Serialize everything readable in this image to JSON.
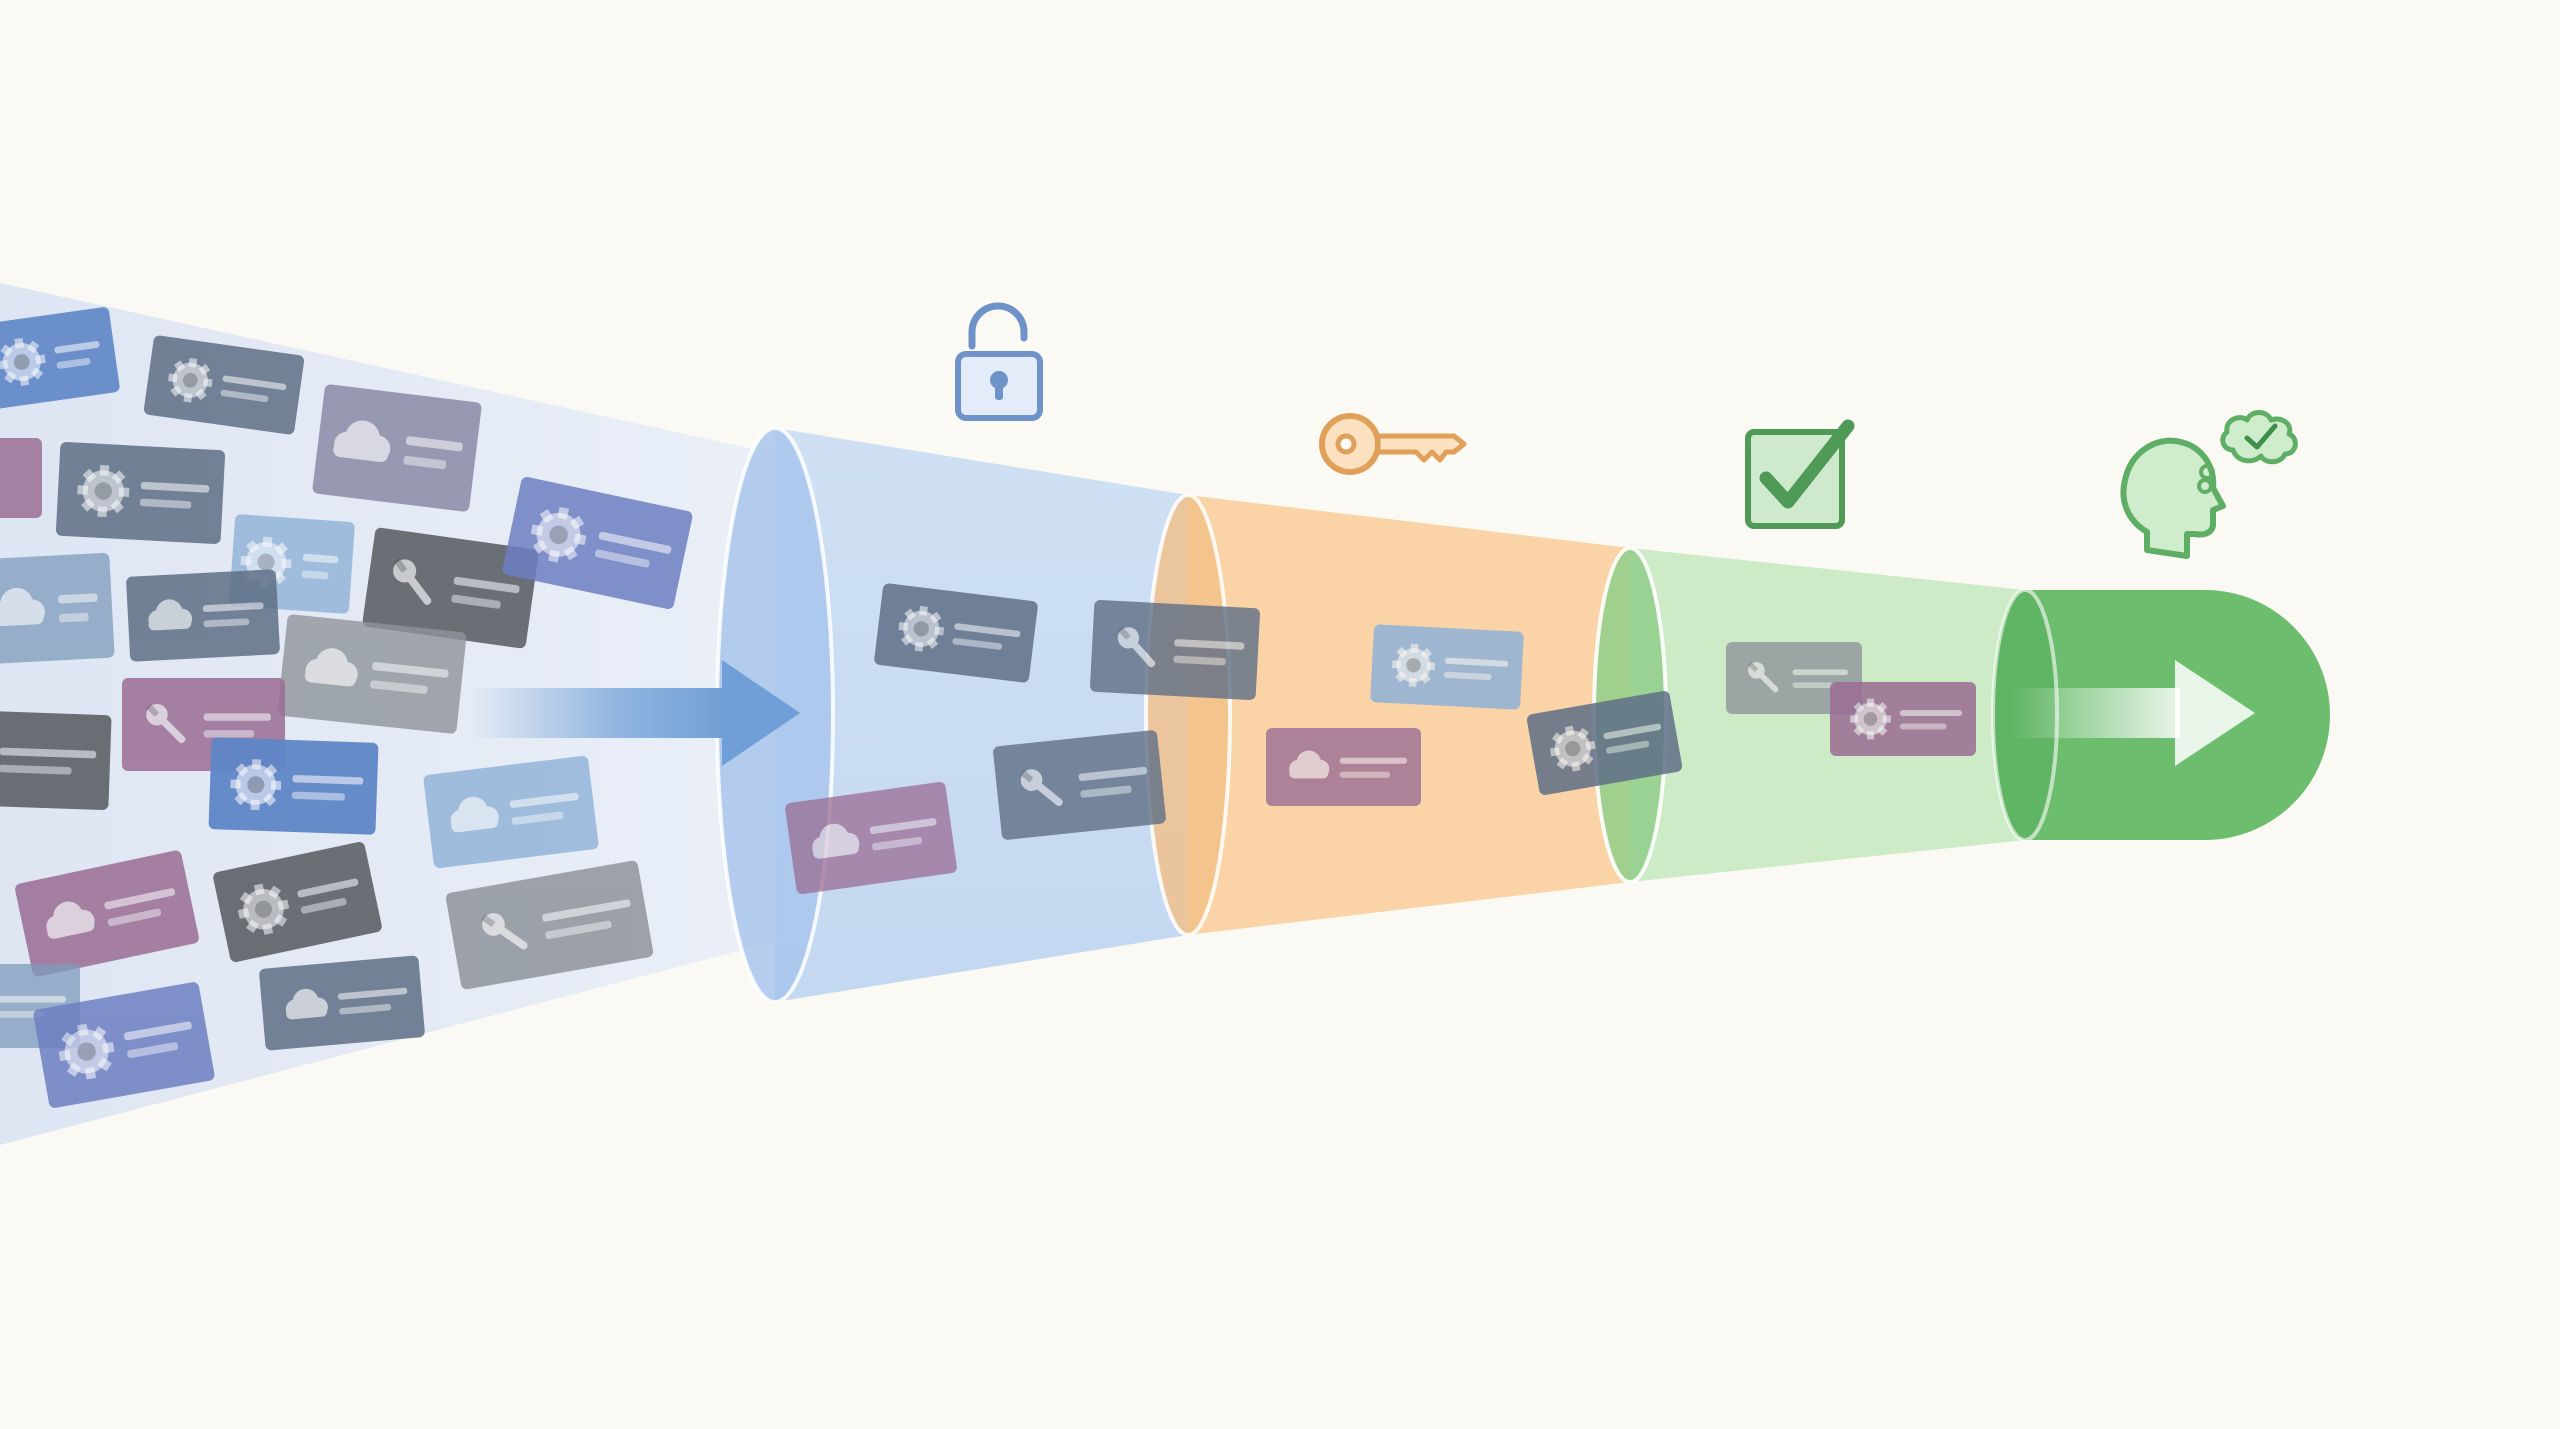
{
  "colors": {
    "background": "#fbf9f4",
    "stage_blue": "#a9c7ee",
    "stage_orange": "#f7c38a",
    "stage_light_green": "#a8d9a1",
    "stage_green": "#6cbd6e",
    "arrow_blue": "#6f9fd6",
    "lock_icon": "#6f92c8",
    "key_icon": "#e0a05a",
    "check_icon": "#4f9a57",
    "head_icon": "#5fae66"
  },
  "stages": [
    {
      "name": "unlock",
      "icon": "unlock-icon",
      "color": "#a9c7ee"
    },
    {
      "name": "key",
      "icon": "key-icon",
      "color": "#f7c38a"
    },
    {
      "name": "check",
      "icon": "checkbox-check-icon",
      "color": "#a8d9a1"
    },
    {
      "name": "thinking",
      "icon": "head-thought-check-icon",
      "color": "#6cbd6e"
    }
  ],
  "card_icon_types": [
    "gear-icon",
    "cloud-icon",
    "wrench-icon"
  ],
  "card_palette": {
    "blue": "#5f86c7",
    "slate": "#5f6f86",
    "gray": "#8f949c",
    "purple": "#8a7fc4",
    "plum": "#9a6d94",
    "teal": "#7e9cbb",
    "charcoal": "#55595f",
    "lightblue": "#8fb1d8",
    "indigo": "#6d7fc2",
    "mauve": "#b2a0b8",
    "graypurple": "#8a8aa6"
  }
}
